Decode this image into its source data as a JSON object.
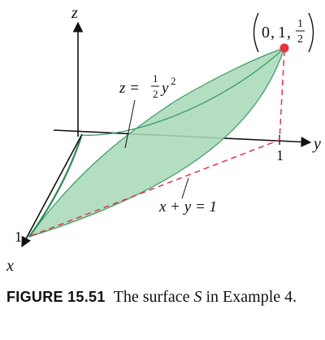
{
  "figure": {
    "axes": {
      "x": "x",
      "y": "y",
      "z": "z"
    },
    "ticks": {
      "x_one": "1",
      "y_one": "1"
    },
    "surface_equation": {
      "lhs": "z = ",
      "num": "1",
      "den": "2",
      "var": "y",
      "exp": "2"
    },
    "plane_line_equation": "x + y = 1",
    "point": {
      "x": "0",
      "y": "1",
      "z_num": "1",
      "z_den": "2"
    },
    "colors": {
      "surface_fill": "#a9d9b9",
      "surface_edge": "#3f9a66",
      "point": "#e53242",
      "dashed": "#e53242"
    }
  },
  "caption": {
    "label": "FIGURE 15.51",
    "text_before": "The surface ",
    "symbol": "S",
    "text_after": " in Example 4."
  }
}
